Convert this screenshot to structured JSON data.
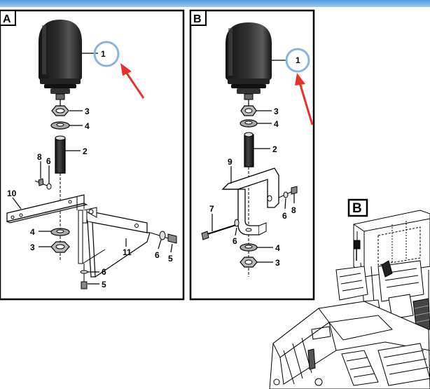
{
  "panels": {
    "a": {
      "label": "A",
      "parts": {
        "p1": "1",
        "p3": "3",
        "p4": "4",
        "p2": "2",
        "p8": "8",
        "p6": "6",
        "p10": "10",
        "p4b": "4",
        "p3b": "3",
        "p11": "11",
        "p6b": "6",
        "p5": "5",
        "p6c": "6",
        "p5b": "5"
      }
    },
    "b": {
      "label": "B",
      "parts": {
        "p1": "1",
        "p3": "3",
        "p4": "4",
        "p2": "2",
        "p9": "9",
        "p7": "7",
        "p6": "6",
        "p8": "8",
        "p6b": "6",
        "p4b": "4",
        "p3b": "3"
      }
    }
  },
  "machine": {
    "label": "B"
  },
  "colors": {
    "highlight_circle": "#8ab4df",
    "arrow": "#e8312a",
    "topbar": "#5aa3e6"
  }
}
